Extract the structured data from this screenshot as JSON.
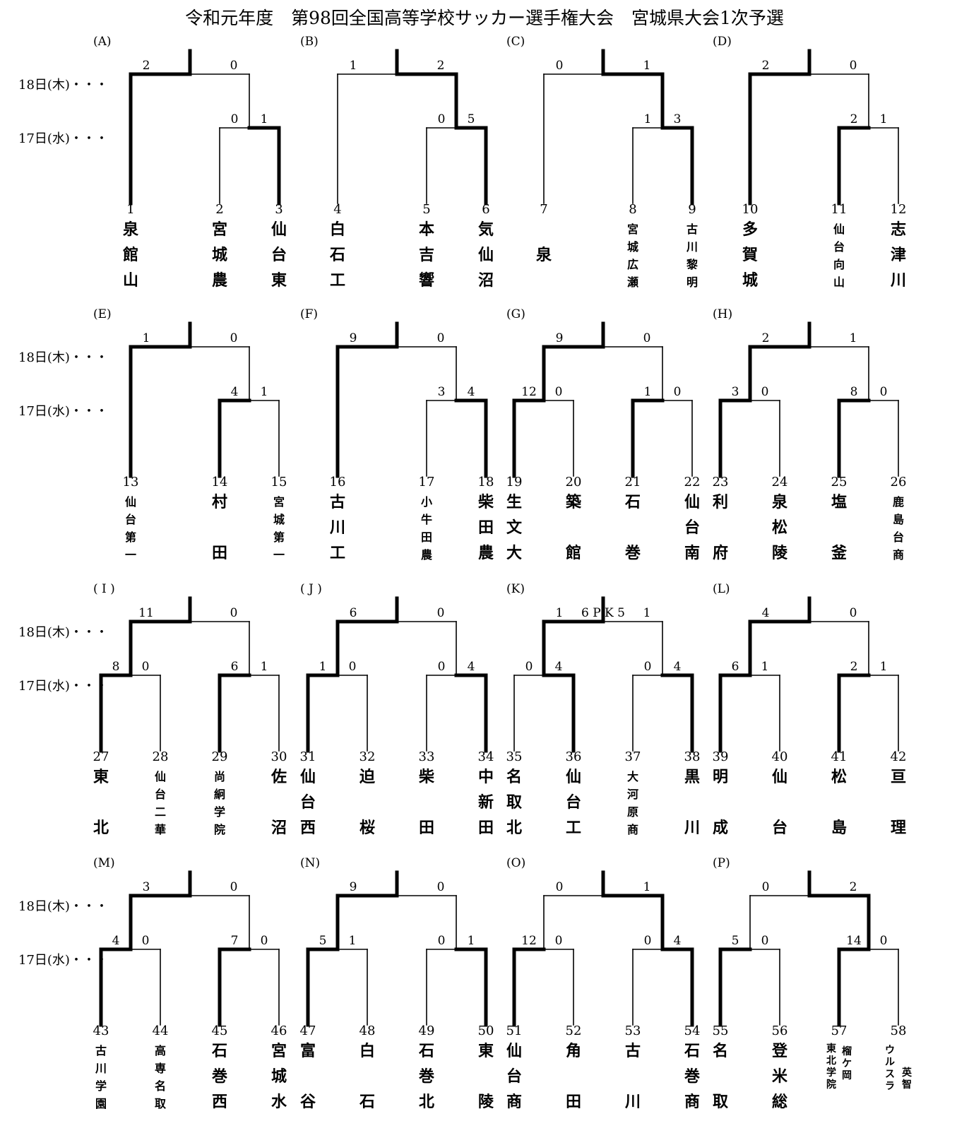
{
  "title": "令和元年度　第98回全国高等学校サッカー選手権大会　宮城県大会1次予選",
  "day_labels": {
    "d18": "18日(木)・・・",
    "d17": "17日(水)・・・"
  },
  "blocks": [
    {
      "id": "(A)",
      "nums": [
        "1",
        "2",
        "3"
      ],
      "teams": [
        [
          "泉",
          "館",
          "山"
        ],
        [
          "宮",
          "城",
          "農"
        ],
        [
          "仙",
          "台",
          "東"
        ]
      ],
      "s1": [
        "0",
        "1"
      ],
      "s2": [
        "2",
        "0"
      ],
      "w1": 1,
      "w2": 0
    },
    {
      "id": "(B)",
      "nums": [
        "4",
        "5",
        "6"
      ],
      "teams": [
        [
          "白",
          "石",
          "工"
        ],
        [
          "本",
          "吉",
          "響"
        ],
        [
          "気",
          "仙",
          "沼"
        ]
      ],
      "s1": [
        "0",
        "5"
      ],
      "s2": [
        "1",
        "2"
      ],
      "w1": 1,
      "w2": 1
    },
    {
      "id": "(C)",
      "nums": [
        "7",
        "8",
        "9"
      ],
      "teams": [
        [
          "",
          "泉",
          ""
        ],
        [
          "宮城広瀬"
        ],
        [
          "古川黎明"
        ]
      ],
      "s1": [
        "1",
        "3"
      ],
      "s2": [
        "0",
        "1"
      ],
      "w1": 1,
      "w2": 1
    },
    {
      "id": "(D)",
      "nums": [
        "10",
        "11",
        "12"
      ],
      "teams": [
        [
          "多",
          "賀",
          "城"
        ],
        [
          "仙台向山"
        ],
        [
          "志",
          "津",
          "川"
        ]
      ],
      "s1": [
        "2",
        "1"
      ],
      "s2": [
        "2",
        "0"
      ],
      "w1": 0,
      "w2": 0
    },
    {
      "id": "(E)",
      "nums": [
        "13",
        "14",
        "15"
      ],
      "teams": [
        [
          "仙台第一"
        ],
        [
          "村",
          "",
          "田"
        ],
        [
          "宮城第一"
        ]
      ],
      "s1": [
        "4",
        "1"
      ],
      "s2": [
        "1",
        "0"
      ],
      "w1": 0,
      "w2": 0
    },
    {
      "id": "(F)",
      "nums": [
        "16",
        "17",
        "18"
      ],
      "teams": [
        [
          "古",
          "川",
          "工"
        ],
        [
          "小牛田農"
        ],
        [
          "柴",
          "田",
          "農"
        ]
      ],
      "s1": [
        "3",
        "4"
      ],
      "s2": [
        "9",
        "0"
      ],
      "w1": 1,
      "w2": 0
    },
    {
      "id": "(G)",
      "nums": [
        "19",
        "20",
        "21",
        "22"
      ],
      "teams": [
        [
          "生",
          "文",
          "大"
        ],
        [
          "築",
          "",
          "館"
        ],
        [
          "石",
          "",
          "巻"
        ],
        [
          "仙",
          "台",
          "南"
        ]
      ],
      "s1": [
        "12",
        "0"
      ],
      "s1b": [
        "1",
        "0"
      ],
      "s2": [
        "9",
        "0"
      ],
      "w1": 0,
      "w1b": 0,
      "w2": 0
    },
    {
      "id": "(H)",
      "nums": [
        "23",
        "24",
        "25",
        "26"
      ],
      "teams": [
        [
          "利",
          "",
          "府"
        ],
        [
          "泉",
          "松",
          "陵"
        ],
        [
          "塩",
          "",
          "釜"
        ],
        [
          "鹿島台商"
        ]
      ],
      "s1": [
        "3",
        "0"
      ],
      "s1b": [
        "8",
        "0"
      ],
      "s2": [
        "2",
        "1"
      ],
      "w1": 0,
      "w1b": 0,
      "w2": 0
    },
    {
      "id": "( I )",
      "nums": [
        "27",
        "28",
        "29",
        "30"
      ],
      "teams": [
        [
          "東",
          "",
          "北"
        ],
        [
          "仙台二華"
        ],
        [
          "尚絅学院"
        ],
        [
          "佐",
          "",
          "沼"
        ]
      ],
      "s1": [
        "8",
        "0"
      ],
      "s1b": [
        "6",
        "1"
      ],
      "s2": [
        "11",
        "0"
      ],
      "w1": 0,
      "w1b": 0,
      "w2": 0
    },
    {
      "id": "( J )",
      "nums": [
        "31",
        "32",
        "33",
        "34"
      ],
      "teams": [
        [
          "仙",
          "台",
          "西"
        ],
        [
          "迫",
          "",
          "桜"
        ],
        [
          "柴",
          "",
          "田"
        ],
        [
          "中",
          "新",
          "田"
        ]
      ],
      "s1": [
        "1",
        "0"
      ],
      "s1b": [
        "0",
        "4"
      ],
      "s2": [
        "6",
        "0"
      ],
      "w1": 0,
      "w1b": 1,
      "w2": 0
    },
    {
      "id": "(K)",
      "nums": [
        "35",
        "36",
        "37",
        "38"
      ],
      "teams": [
        [
          "名",
          "取",
          "北"
        ],
        [
          "仙",
          "台",
          "工"
        ],
        [
          "大河原商"
        ],
        [
          "黒",
          "",
          "川"
        ]
      ],
      "s1": [
        "0",
        "4"
      ],
      "s1b": [
        "0",
        "4"
      ],
      "s2": [
        "1",
        "1"
      ],
      "pk": "6 P K 5",
      "w1": 1,
      "w1b": 1,
      "w2": 0
    },
    {
      "id": "(L)",
      "nums": [
        "39",
        "40",
        "41",
        "42"
      ],
      "teams": [
        [
          "明",
          "",
          "成"
        ],
        [
          "仙",
          "",
          "台"
        ],
        [
          "松",
          "",
          "島"
        ],
        [
          "亘",
          "",
          "理"
        ]
      ],
      "s1": [
        "6",
        "1"
      ],
      "s1b": [
        "2",
        "1"
      ],
      "s2": [
        "4",
        "0"
      ],
      "w1": 0,
      "w1b": 0,
      "w2": 0
    },
    {
      "id": "(M)",
      "nums": [
        "43",
        "44",
        "45",
        "46"
      ],
      "teams": [
        [
          "古川学園"
        ],
        [
          "高専名取"
        ],
        [
          "石",
          "巻",
          "西"
        ],
        [
          "宮",
          "城",
          "水"
        ]
      ],
      "s1": [
        "4",
        "0"
      ],
      "s1b": [
        "7",
        "0"
      ],
      "s2": [
        "3",
        "0"
      ],
      "w1": 0,
      "w1b": 0,
      "w2": 0
    },
    {
      "id": "(N)",
      "nums": [
        "47",
        "48",
        "49",
        "50"
      ],
      "teams": [
        [
          "富",
          "",
          "谷"
        ],
        [
          "白",
          "",
          "石"
        ],
        [
          "石",
          "巻",
          "北"
        ],
        [
          "東",
          "",
          "陵"
        ]
      ],
      "s1": [
        "5",
        "1"
      ],
      "s1b": [
        "0",
        "1"
      ],
      "s2": [
        "9",
        "0"
      ],
      "w1": 0,
      "w1b": 1,
      "w2": 0
    },
    {
      "id": "(O)",
      "nums": [
        "51",
        "52",
        "53",
        "54"
      ],
      "teams": [
        [
          "仙",
          "台",
          "商"
        ],
        [
          "角",
          "",
          "田"
        ],
        [
          "古",
          "",
          "川"
        ],
        [
          "石",
          "巻",
          "商"
        ]
      ],
      "s1": [
        "12",
        "0"
      ],
      "s1b": [
        "0",
        "4"
      ],
      "s2": [
        "0",
        "1"
      ],
      "w1": 0,
      "w1b": 1,
      "w2": 1
    },
    {
      "id": "(P)",
      "nums": [
        "55",
        "56",
        "57",
        "58"
      ],
      "teams": [
        [
          "名",
          "",
          "取"
        ],
        [
          "登",
          "米",
          "総"
        ],
        [
          "東北学院榴ケ岡"
        ],
        [
          "ウルスラ英智"
        ]
      ],
      "s1": [
        "5",
        "0"
      ],
      "s1b": [
        "14",
        "0"
      ],
      "s2": [
        "0",
        "2"
      ],
      "w1": 0,
      "w1b": 0,
      "w2": 1
    }
  ]
}
